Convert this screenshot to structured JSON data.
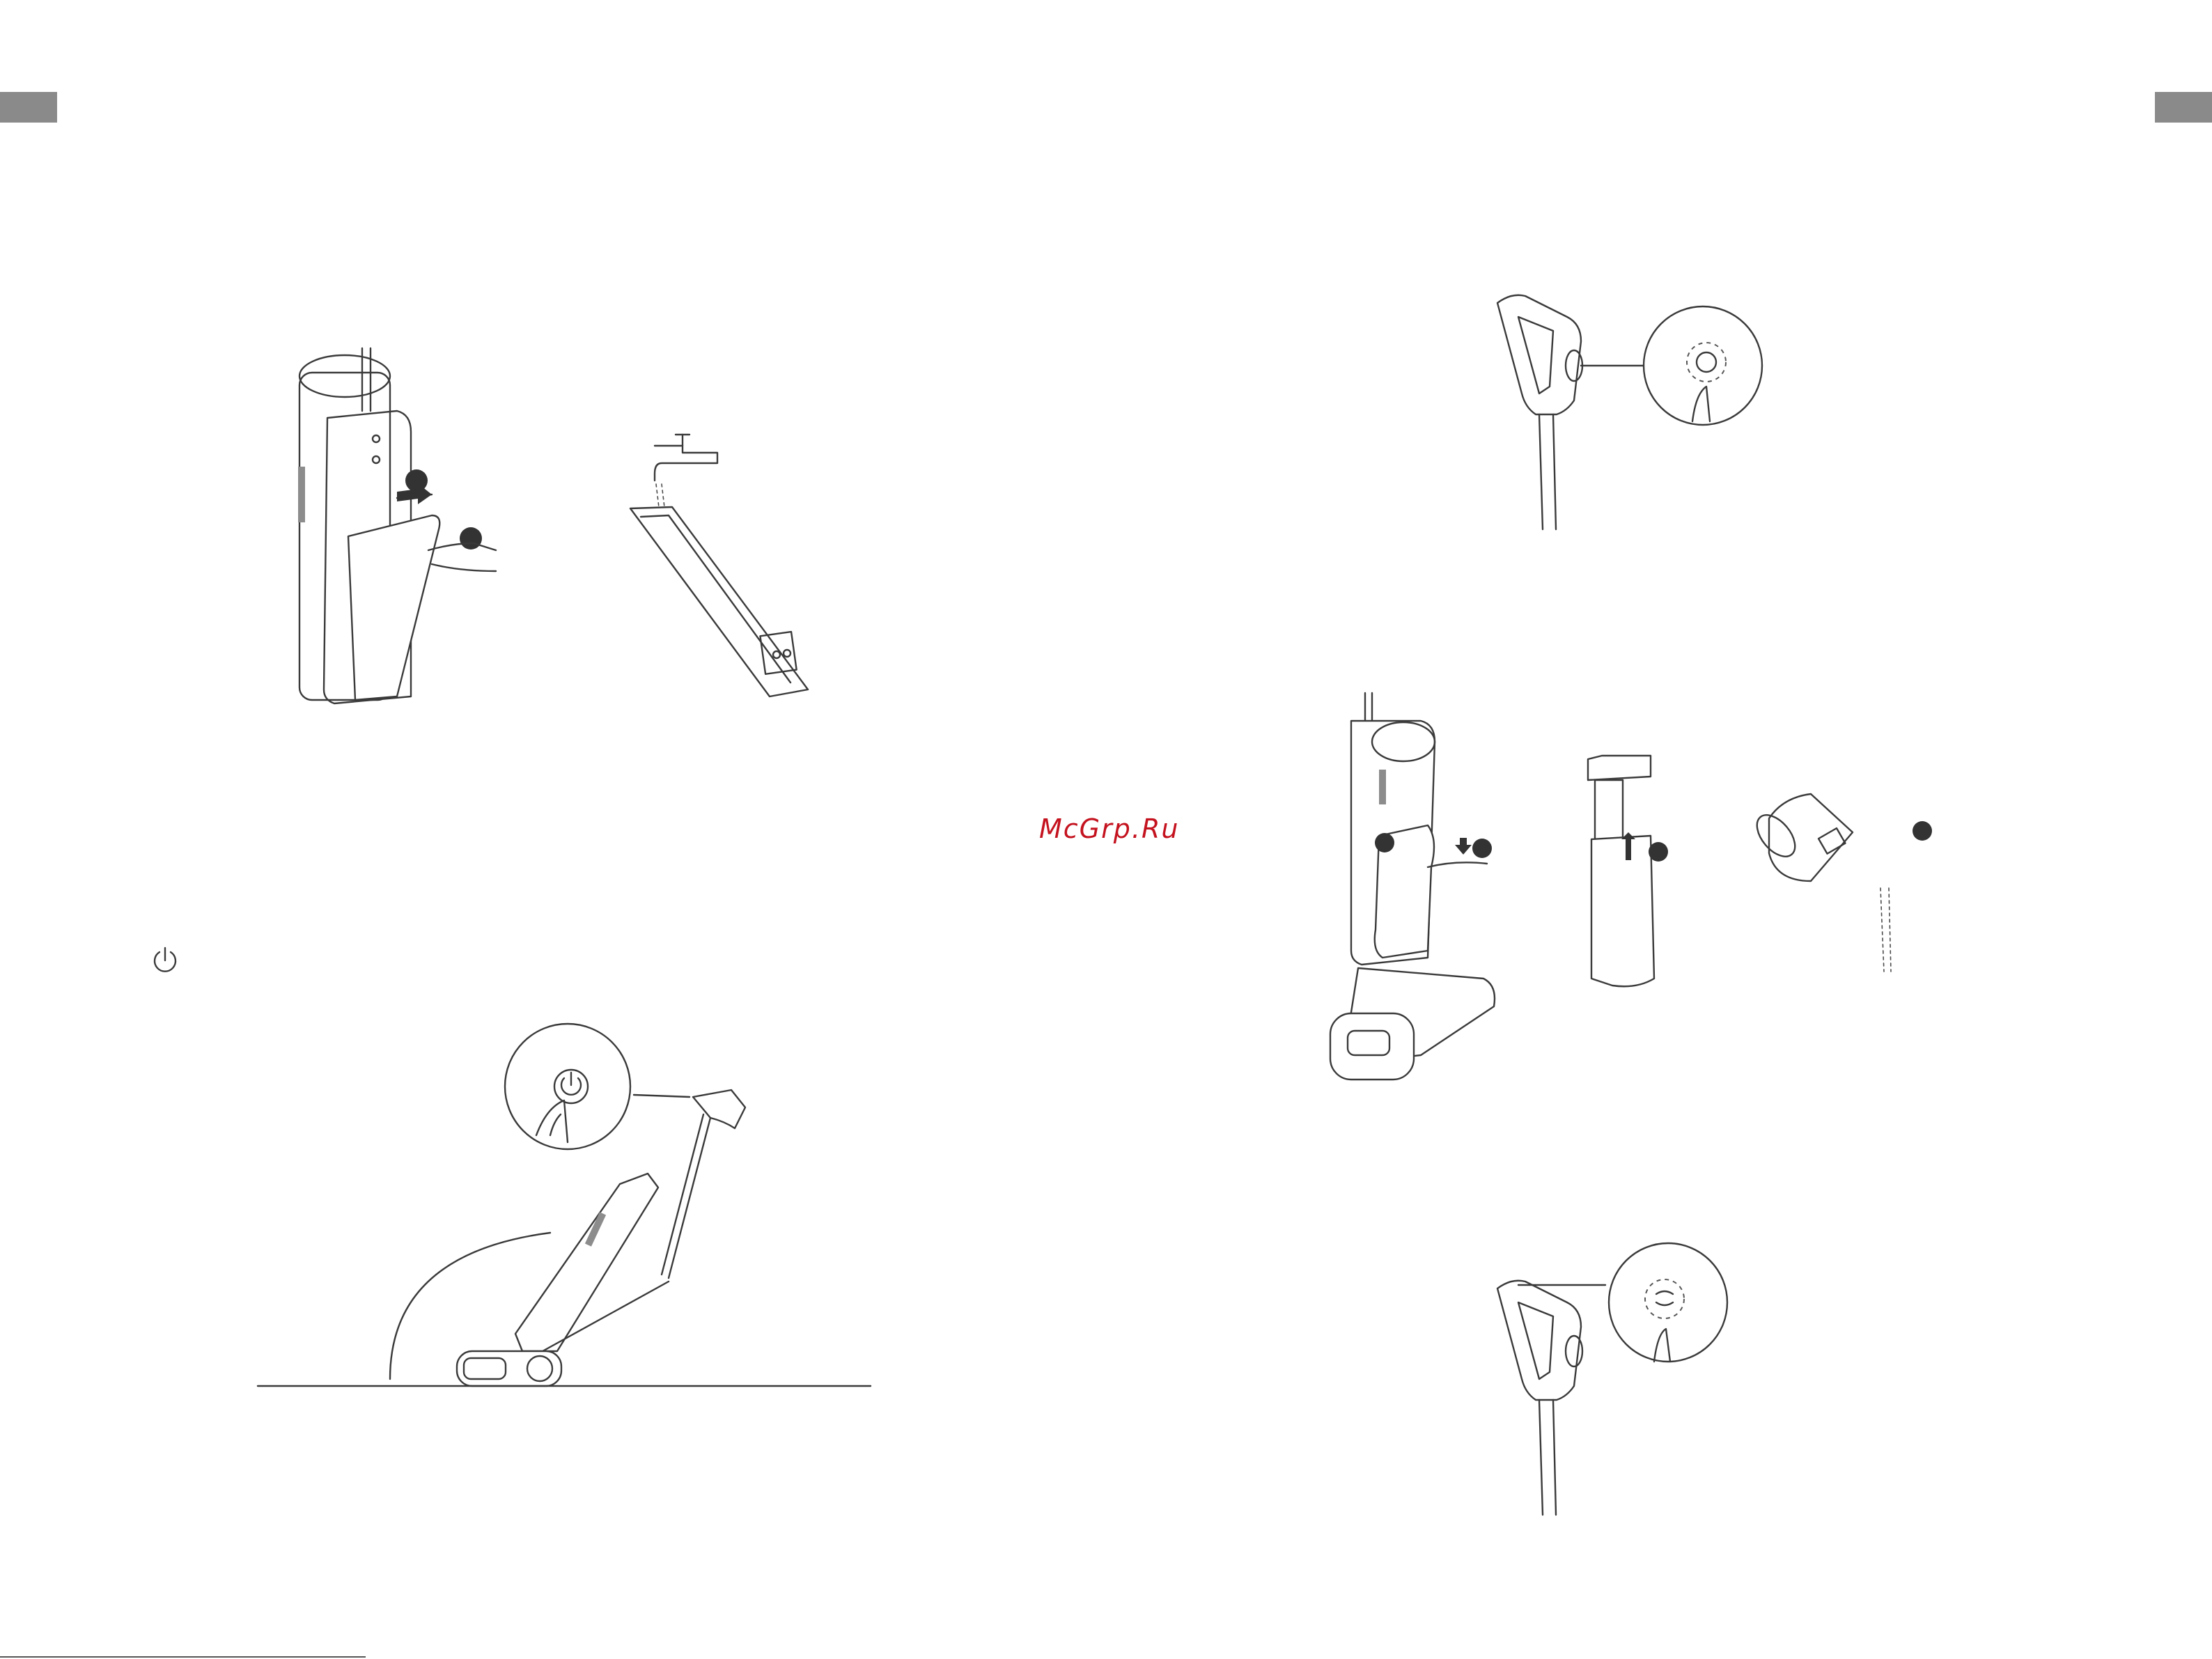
{
  "page": {
    "watermark": "McGrp.Ru"
  },
  "icons": {
    "left_tab": "section-tab",
    "right_tab": "section-tab",
    "power": "power-icon"
  },
  "colors": {
    "watermark": "#c4131f",
    "tab": "#8a8a8a",
    "line_art": "#3a3a3a"
  }
}
